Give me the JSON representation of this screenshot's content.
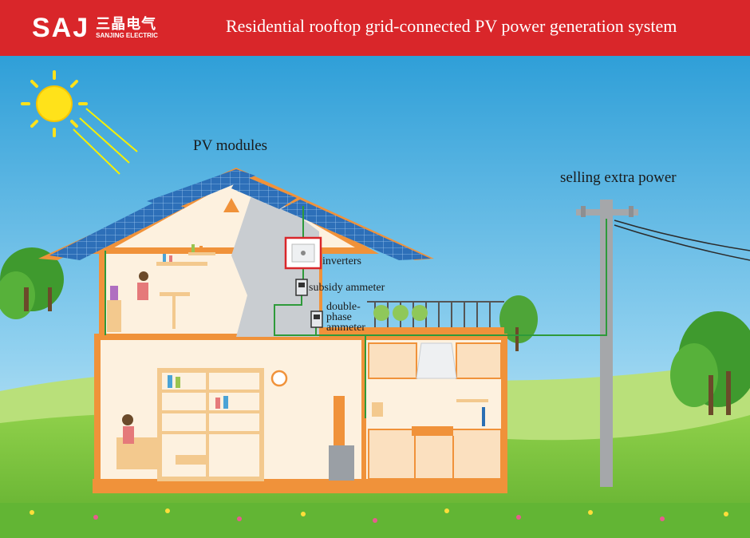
{
  "header": {
    "brand_mark": "SAJ",
    "brand_cn": "三晶电气",
    "brand_en": "SANJING ELECTRIC",
    "title": "Residential rooftop grid-connected PV power generation system"
  },
  "labels": {
    "pv_modules": "PV modules",
    "selling": "selling extra power",
    "inverters": "inverters",
    "subsidy_ammeter": "subsidy ammeter",
    "double_phase_ammeter": "double-\nphase\nammeter"
  },
  "colors": {
    "header": "#d9262a",
    "sky_top": "#2f9fd8",
    "sky_bottom": "#cfeaf7",
    "grass": "#7cc242",
    "house_frame": "#f0923a",
    "wire": "#2e9a3a",
    "panel": "#2d6fb8",
    "inverter_frame": "#d9262a"
  },
  "icons": [
    "sun-icon",
    "solar-panel-icon",
    "inverter-icon",
    "ammeter-icon",
    "utility-pole-icon",
    "house-icon",
    "tree-icon"
  ]
}
